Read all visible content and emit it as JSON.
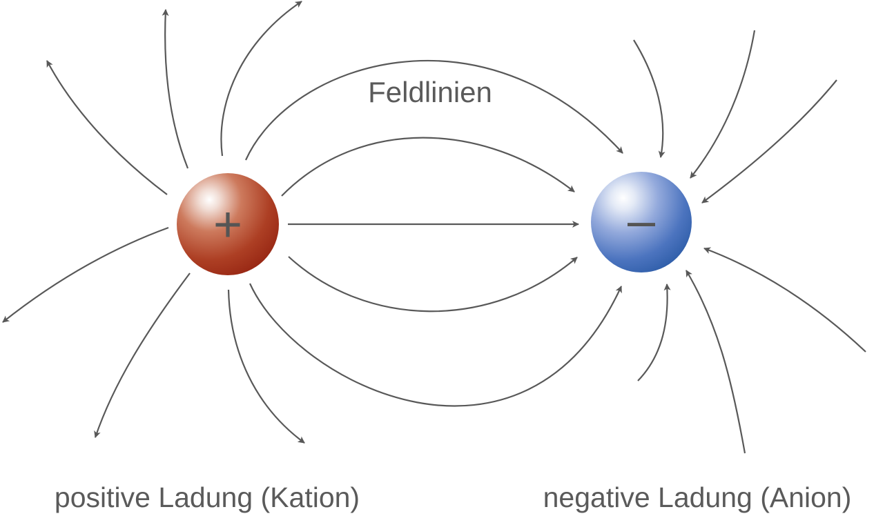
{
  "labels": {
    "field_lines": "Feldlinien",
    "positive_charge": "positive Ladung (Kation)",
    "negative_charge": "negative Ladung (Anion)"
  },
  "charges": {
    "positive_sign": "+",
    "negative_sign": "–"
  },
  "colors": {
    "positive_sphere": "#a5311b",
    "negative_sphere": "#3263ad",
    "field_line": "#585858",
    "text": "#5a5a5a"
  }
}
